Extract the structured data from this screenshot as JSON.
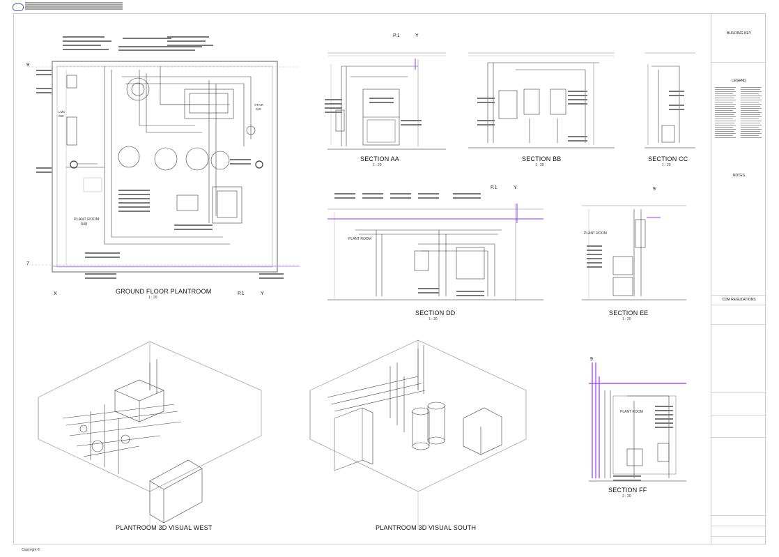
{
  "drawings": {
    "ground_floor_title": "GROUND FLOOR PLANTROOM",
    "ground_floor_scale": "1 : 20",
    "section_aa_title": "SECTION AA",
    "section_aa_scale": "1 : 20",
    "section_bb_title": "SECTION BB",
    "section_bb_scale": "1 : 20",
    "section_cc_title": "SECTION CC",
    "section_cc_scale": "1 : 20",
    "section_dd_title": "SECTION DD",
    "section_dd_scale": "1 : 20",
    "section_ee_title": "SECTION EE",
    "section_ee_scale": "1 : 20",
    "section_ff_title": "SECTION FF",
    "section_ff_scale": "1 : 20",
    "visual_west_title": "PLANTROOM 3D VISUAL WEST",
    "visual_south_title": "PLANTROOM 3D VISUAL SOUTH"
  },
  "labels": {
    "plant_room": "PLANT ROOM",
    "plant_room_no": "048",
    "stair": "STAIR",
    "stair_no": "049",
    "lmc": "LMC",
    "lmc_no": "059"
  },
  "grid": {
    "g9": "9",
    "g7": "7",
    "gx": "X",
    "gy": "Y",
    "gp1": "P.1"
  },
  "titleblock": {
    "building_key": "BUILDING KEY",
    "legend": "LEGEND",
    "notes": "NOTES",
    "cdm": "CDM REGULATIONS"
  },
  "footer": {
    "copyright": "Copyright ©"
  },
  "colors": {
    "line": "#3a3a3a",
    "accent": "#9b30ff",
    "light": "#9a9a9a"
  }
}
